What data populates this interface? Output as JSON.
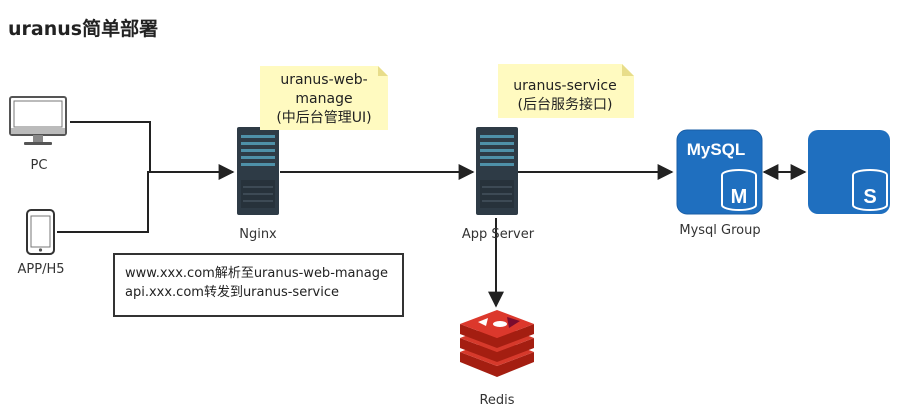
{
  "title": "uranus简单部署",
  "nodes": {
    "pc": {
      "label": "PC"
    },
    "app": {
      "label": "APP/H5"
    },
    "nginx": {
      "label": "Nginx"
    },
    "app_server": {
      "label": "App Server"
    },
    "mysql_group": {
      "label": "Mysql Group"
    },
    "redis": {
      "label": "Redis"
    },
    "mysql_master": {
      "logo_text": "MySQL",
      "badge": "M"
    },
    "mysql_slave": {
      "badge": "S"
    }
  },
  "notes": {
    "web": {
      "lines": [
        "uranus-web-",
        "manage",
        "(中后台管理UI)"
      ]
    },
    "service": {
      "lines": [
        "uranus-service",
        "(后台服务接口)"
      ]
    }
  },
  "info": {
    "lines": [
      "www.xxx.com解析至uranus-web-manage",
      "api.xxx.com转发到uranus-service"
    ]
  },
  "colors": {
    "note_fill": "#fffac0",
    "server_dark": "#2e3b46",
    "server_slot": "#4e90a8",
    "db_blue": "#1f6fbf",
    "redis_red": "#d6392b",
    "edge": "#222222"
  }
}
